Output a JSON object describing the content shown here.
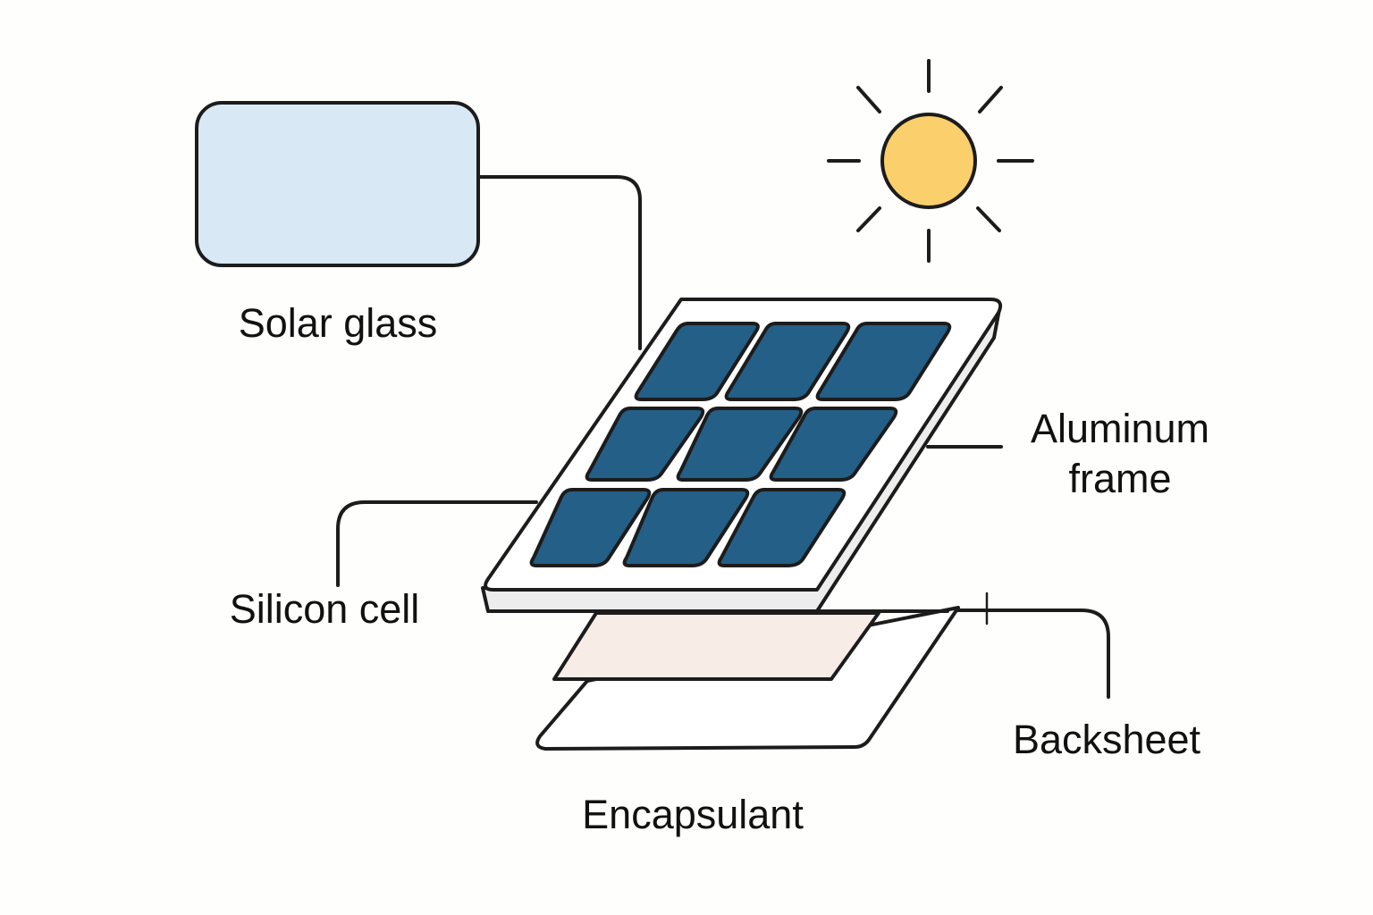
{
  "labels": {
    "solar_glass": "Solar glass",
    "aluminum_frame_line1": "Aluminum",
    "aluminum_frame_line2": "frame",
    "silicon_cell": "Silicon cell",
    "backsheet": "Backsheet",
    "encapsulant": "Encapsulant"
  },
  "colors": {
    "outline": "#1c1c1c",
    "glass_fill": "#d8e9f5",
    "cell_fill": "#245f87",
    "sun_fill": "#fbd06c",
    "encapsulant_fill": "#f7ece6",
    "frame_fill": "#ffffff",
    "frame_side_fill": "#ededed"
  },
  "icons": {
    "sun": "sun-icon",
    "glass_swatch": "glass-swatch-icon"
  }
}
